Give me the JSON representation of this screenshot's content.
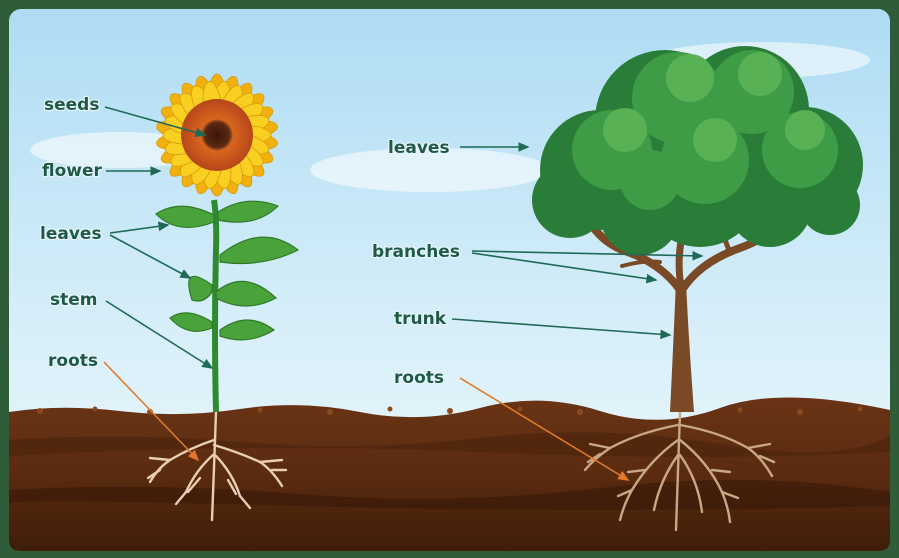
{
  "colors": {
    "frame": "#2f5d3a",
    "sky_top": "#b9e2f7",
    "sky_bottom": "#e7f5fc",
    "soil": "#5b2e12",
    "soil_dark": "#3e1e0a",
    "label_text": "#1f5a44",
    "leader_green": "#1f6a56",
    "leader_orange": "#e07a2a",
    "sunflower_petal": "#f7c51a",
    "sunflower_center": "#c9521a",
    "leaf_green": "#4aa33a",
    "tree_canopy": "#2e8c3e",
    "tree_trunk": "#7a4a26"
  },
  "sunflower": {
    "labels": {
      "seeds": "seeds",
      "flower": "flower",
      "leaves": "leaves",
      "stem": "stem",
      "roots": "roots"
    }
  },
  "tree": {
    "labels": {
      "leaves": "leaves",
      "branches": "branches",
      "trunk": "trunk",
      "roots": "roots"
    }
  }
}
